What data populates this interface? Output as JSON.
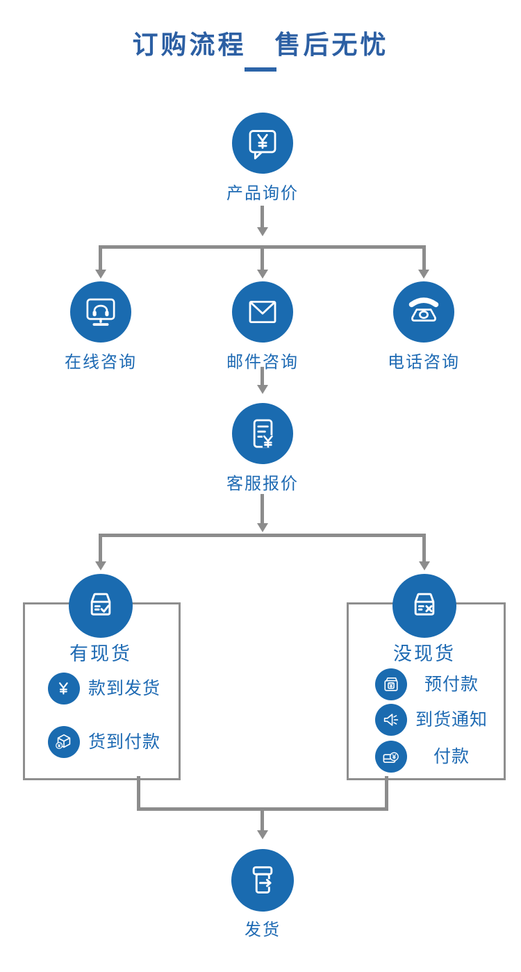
{
  "title": {
    "text": "订购流程　售后无忧"
  },
  "flow": {
    "inquiry": {
      "label": "产品询价",
      "icon": "chat-yen-icon"
    },
    "channels": [
      {
        "label": "在线咨询",
        "icon": "monitor-headset-icon"
      },
      {
        "label": "邮件咨询",
        "icon": "envelope-icon"
      },
      {
        "label": "电话咨询",
        "icon": "telephone-icon"
      }
    ],
    "quote": {
      "label": "客服报价",
      "icon": "document-yen-icon"
    },
    "in_stock": {
      "label": "有现货",
      "icon": "box-check-icon",
      "items": [
        {
          "label": "款到发货",
          "icon": "yen-icon"
        },
        {
          "label": "货到付款",
          "icon": "package-yen-icon"
        }
      ]
    },
    "out_of_stock": {
      "label": "没现货",
      "icon": "box-x-icon",
      "items": [
        {
          "label": "预付款",
          "icon": "wallet-yen-icon"
        },
        {
          "label": "到货通知",
          "icon": "speaker-icon"
        },
        {
          "label": "付款",
          "icon": "card-yen-icon"
        }
      ]
    },
    "ship": {
      "label": "发货",
      "icon": "box-arrow-icon"
    }
  },
  "symbols": {
    "currency": "¥"
  },
  "colors": {
    "node_blue": "#1a6bb0",
    "label_blue": "#1e6ab3",
    "title_blue": "#2c5fa3",
    "connector_gray": "#8c8c8c",
    "box_border_gray": "#8e8e8e"
  }
}
